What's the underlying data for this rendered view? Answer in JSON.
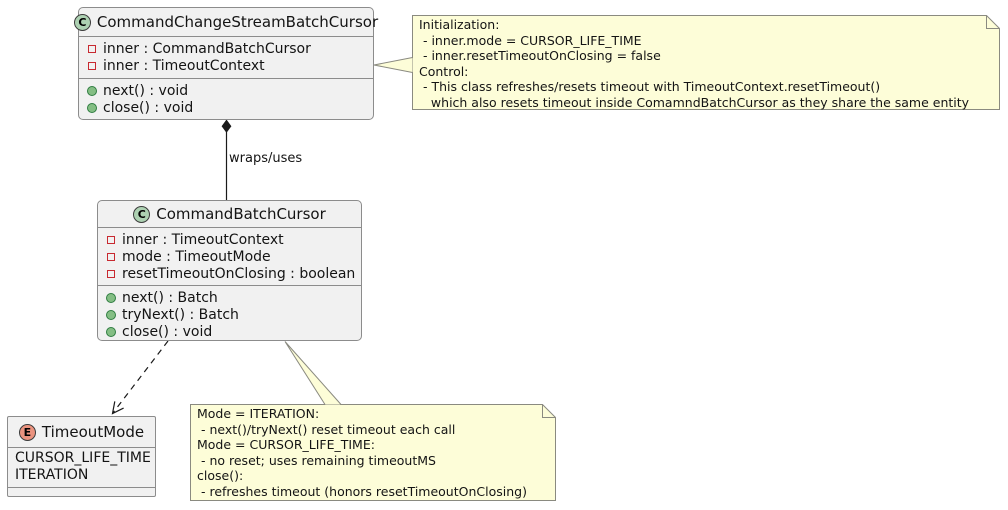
{
  "diagram": {
    "classes": [
      {
        "stereotype": "C",
        "name": "CommandChangeStreamBatchCursor",
        "attributes": [
          "inner : CommandBatchCursor",
          "inner : TimeoutContext"
        ],
        "methods": [
          "next() : void",
          "close() : void"
        ]
      },
      {
        "stereotype": "C",
        "name": "CommandBatchCursor",
        "attributes": [
          "inner : TimeoutContext",
          "mode : TimeoutMode",
          "resetTimeoutOnClosing : boolean"
        ],
        "methods": [
          "next() : Batch",
          "tryNext() : Batch",
          "close() : void"
        ]
      }
    ],
    "enums": [
      {
        "stereotype": "E",
        "name": "TimeoutMode",
        "values": [
          "CURSOR_LIFE_TIME",
          "ITERATION"
        ]
      }
    ],
    "notes": [
      {
        "attached_to": "CommandChangeStreamBatchCursor",
        "lines": [
          "Initialization:",
          " - inner.mode = CURSOR_LIFE_TIME",
          " - inner.resetTimeoutOnClosing = false",
          "Control:",
          " - This class refreshes/resets timeout with TimeoutContext.resetTimeout()",
          "   which also resets timeout inside ComamndBatchCursor as they share the same entity"
        ]
      },
      {
        "attached_to": "CommandBatchCursor",
        "lines": [
          "Mode = ITERATION:",
          " - next()/tryNext() reset timeout each call",
          "Mode = CURSOR_LIFE_TIME:",
          " - no reset; uses remaining timeoutMS",
          "close():",
          " - refreshes timeout (honors resetTimeoutOnClosing)"
        ]
      }
    ],
    "relationships": [
      {
        "type": "composition",
        "from": "CommandChangeStreamBatchCursor",
        "to": "CommandBatchCursor",
        "label": "wraps/uses"
      },
      {
        "type": "dependency",
        "from": "CommandBatchCursor",
        "to": "TimeoutMode",
        "label": ""
      }
    ],
    "colors": {
      "class_fill": "#f1f1f1",
      "border_gray": "#8c8c8c",
      "note_fill": "#fdfdd8",
      "note_border": "#8a8a80",
      "class_icon_green": "#add1b2",
      "enum_icon_salmon": "#eb937f",
      "field_icon_red": "#c82930",
      "method_icon_green": "#84be84",
      "edge_black": "#1a1a1a"
    }
  }
}
